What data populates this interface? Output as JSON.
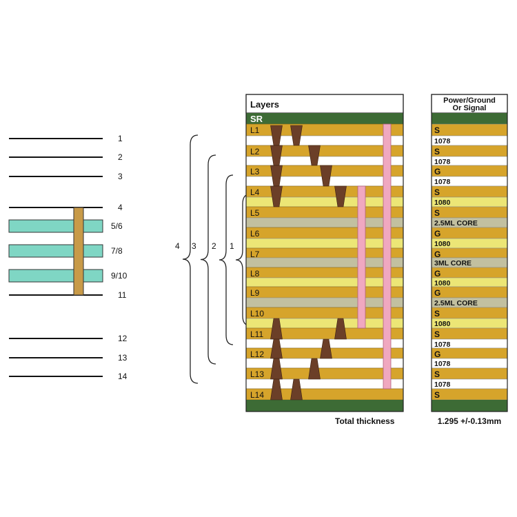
{
  "left_labels": [
    "1",
    "2",
    "3",
    "4",
    "5/6",
    "7/8",
    "9/10",
    "11",
    "12",
    "13",
    "14"
  ],
  "bracket_labels": [
    "4",
    "3",
    "2",
    "1"
  ],
  "stackup": {
    "header": "Layers",
    "top_mask": "SR",
    "layer_names": [
      "L1",
      "L2",
      "L3",
      "L4",
      "L5",
      "L6",
      "L7",
      "L8",
      "L9",
      "L10",
      "L11",
      "L12",
      "L13",
      "L14"
    ],
    "total_label": "Total thickness"
  },
  "power_column": {
    "header_line1": "Power/Ground",
    "header_line2": "Or Signal",
    "rows": [
      "S",
      "1078",
      "S",
      "1078",
      "G",
      "1078",
      "S",
      "1080",
      "S",
      "2.5ML CORE",
      "G",
      "1080",
      "G",
      "3ML CORE",
      "G",
      "1080",
      "G",
      "2.5ML CORE",
      "S",
      "1080",
      "S",
      "1078",
      "G",
      "1078",
      "S",
      "1078",
      "S"
    ],
    "total_value": "1.295 +/-0.13mm"
  },
  "colors": {
    "copper": "#d6a42b",
    "prepreg_yellow": "#ece676",
    "core_gray": "#c2c0a0",
    "solder_mask": "#3d6b35",
    "via": "#6b3f28",
    "through_via": "#f0a8c0",
    "teal": "#7fd6c4",
    "plated_hole": "#c89a48"
  }
}
